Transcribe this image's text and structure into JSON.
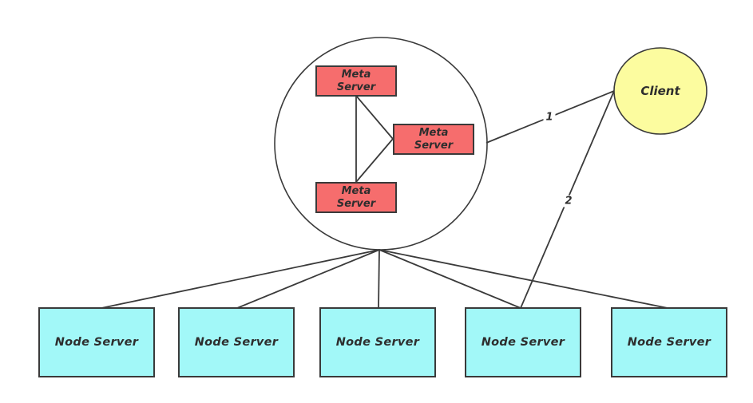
{
  "diagram": {
    "cluster": {
      "meta_servers": [
        {
          "label": "Meta Server"
        },
        {
          "label": "Meta Server"
        },
        {
          "label": "Meta Server"
        }
      ]
    },
    "client": {
      "label": "Client"
    },
    "node_servers": [
      {
        "label": "Node Server"
      },
      {
        "label": "Node Server"
      },
      {
        "label": "Node Server"
      },
      {
        "label": "Node Server"
      },
      {
        "label": "Node Server"
      }
    ],
    "edge_labels": {
      "client_to_cluster": "1",
      "client_to_node": "2"
    },
    "colors": {
      "meta_fill": "#F66D6D",
      "node_fill": "#A2F8F8",
      "client_fill": "#FCFC9F",
      "stroke": "#3A3A3A",
      "text_color": "#2E2E2E"
    }
  }
}
